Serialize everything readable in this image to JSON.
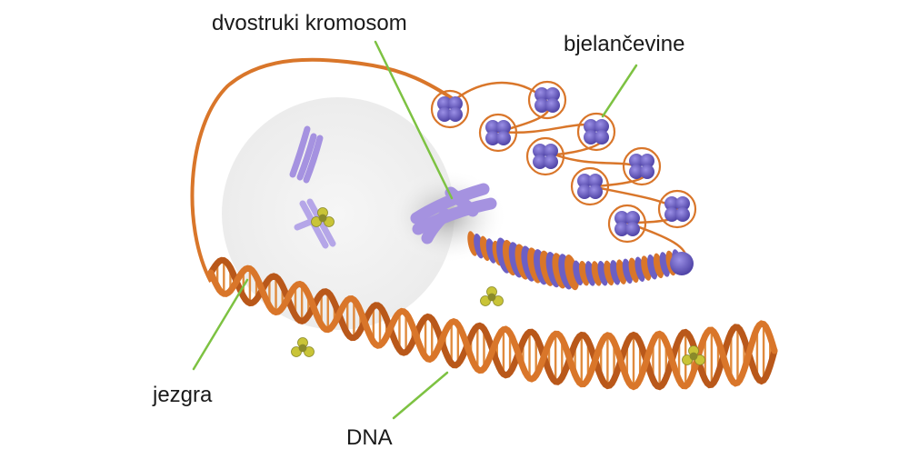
{
  "labels": {
    "chromosome": "dvostruki kromosom",
    "proteins": "bjelančevine",
    "nucleus": "jezgra",
    "dna": "DNA"
  },
  "colors": {
    "dna_strand": "#d9762a",
    "dna_strand_dark": "#b9581a",
    "dna_rung": "#e08a3c",
    "histone": "#6c5fc4",
    "histone_light": "#8e83dc",
    "chromosome": "#a592e0",
    "nucleus_fill": "#eeeeee",
    "pointer_line": "#7dc242",
    "molecule": "#c9c437"
  },
  "icons": {
    "molecule": "tetrahedral-molecule-icon",
    "histone": "histone-cluster-icon"
  }
}
